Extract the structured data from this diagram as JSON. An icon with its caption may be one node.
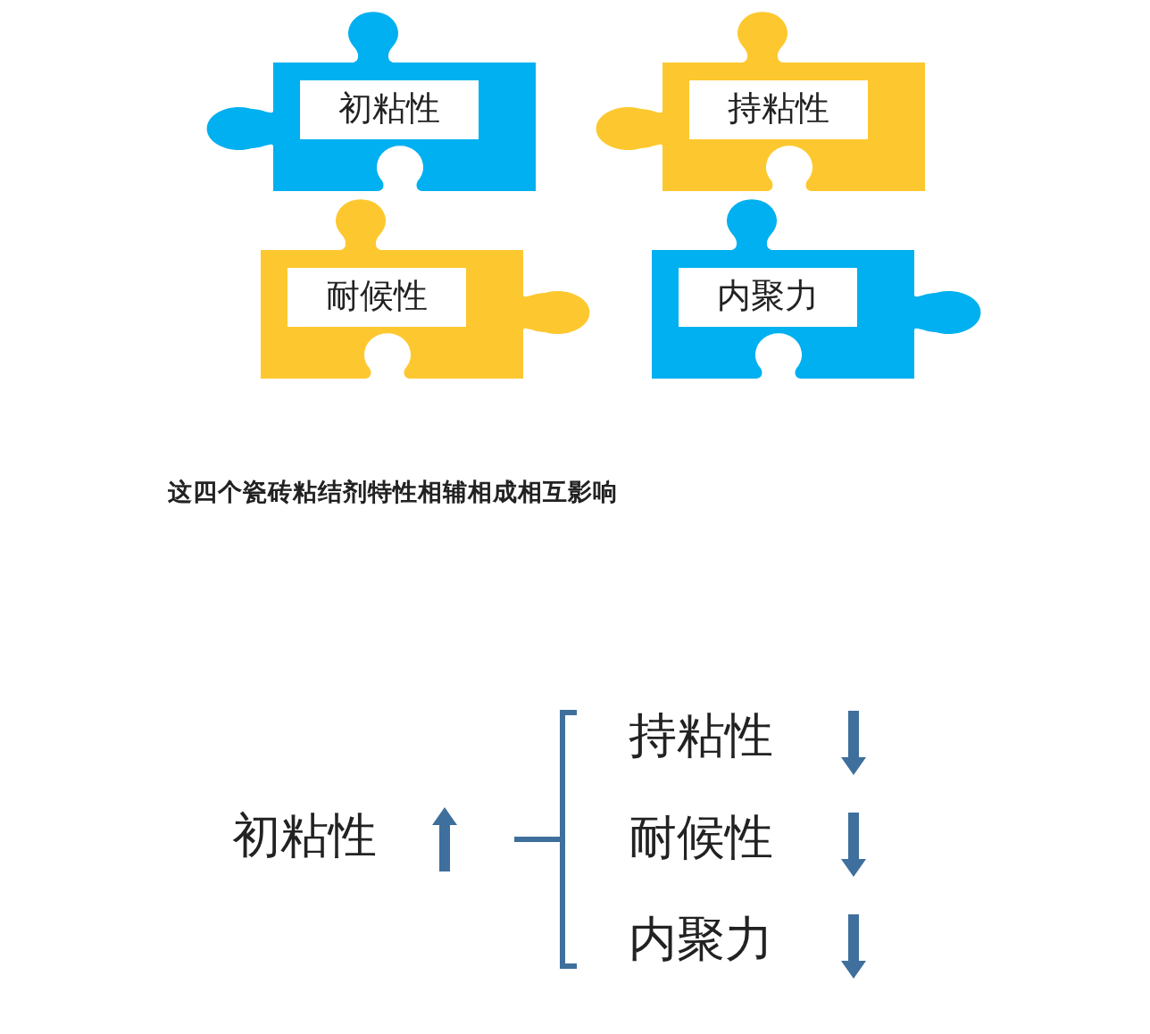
{
  "diagram": {
    "nodes": [
      {
        "text": [
          "初粘性"
        ]
      },
      {
        "text": [
          "持粘性"
        ]
      },
      {
        "text": [
          "耐候性"
        ]
      },
      {
        "text": [
          "内聚力"
        ]
      }
    ],
    "labels": [
      "这四个瓷砖粘结剂特性相辅相成相互影响",
      "初粘性",
      "持粘性",
      "耐候性",
      "内聚力"
    ]
  }
}
